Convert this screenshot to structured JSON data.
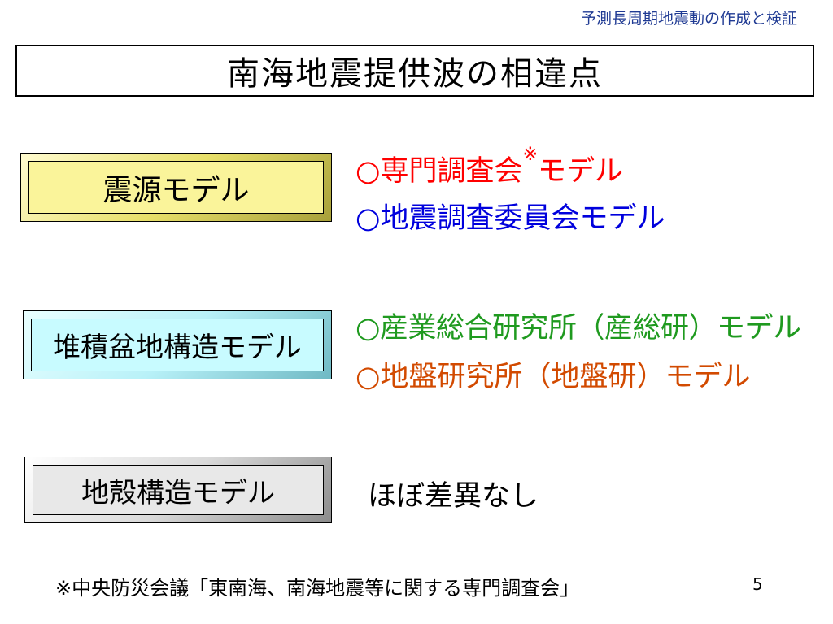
{
  "header": {
    "text": "予測長周期地震動の作成と検証"
  },
  "title": "南海地震提供波の相違点",
  "sections": [
    {
      "label": "震源モデル",
      "items": [
        {
          "prefix": "○",
          "text": "専門調査会",
          "mark": "※",
          "suffix": "モデル",
          "color": "#ff0000"
        },
        {
          "prefix": "○",
          "text": "地震調査委員会モデル",
          "color": "#0000dd"
        }
      ]
    },
    {
      "label": "堆積盆地構造モデル",
      "items": [
        {
          "prefix": "○",
          "text": "産業総合研究所（産総研）モデル",
          "color": "#1f9a1f"
        },
        {
          "prefix": "○",
          "text": "地盤研究所（地盤研）モデル",
          "color": "#d24a00"
        }
      ]
    },
    {
      "label": "地殻構造モデル",
      "items": [
        {
          "text": "ほぼ差異なし",
          "color": "#000000"
        }
      ]
    }
  ],
  "footnote": "※中央防災会議「東南海、南海地震等に関する専門調査会」",
  "page_number": "5"
}
